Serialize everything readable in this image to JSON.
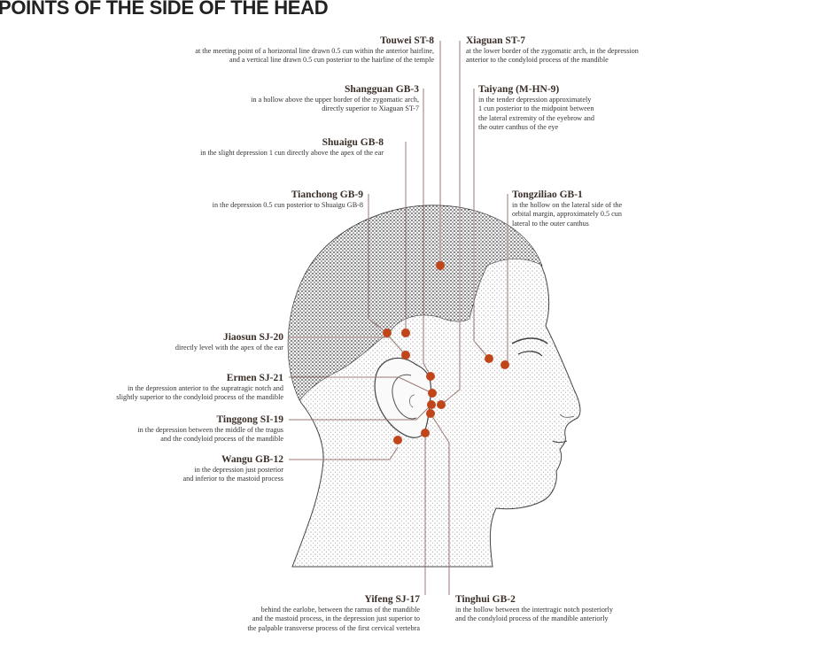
{
  "title": "POINTS OF THE SIDE OF THE HEAD",
  "colors": {
    "point": "#c0461a",
    "leader": "#9b7a74",
    "sketch": "#555555"
  },
  "points": [
    {
      "id": "touwei",
      "name": "Touwei ST-8",
      "desc": "at the meeting point of a horizontal line drawn 0.5 cun within the anterior hairline,\nand a vertical line drawn 0.5 cun posterior to the hairline of the temple"
    },
    {
      "id": "xiaguan",
      "name": "Xiaguan ST-7",
      "desc": "at the lower border of the zygomatic arch, in the depression\nanterior to the condyloid process of the mandible"
    },
    {
      "id": "shangguan",
      "name": "Shangguan GB-3",
      "desc": "in a hollow above the upper border of the zygomatic arch,\ndirectly superior to Xiaguan ST-7"
    },
    {
      "id": "taiyang",
      "name": "Taiyang (M-HN-9)",
      "desc": "in the tender depression approximately\n1 cun posterior to the midpoint between\nthe lateral extremity of the eyebrow and\nthe outer canthus of the eye"
    },
    {
      "id": "shuaigu",
      "name": "Shuaigu GB-8",
      "desc": "in the slight depression 1 cun directly above the apex of the ear"
    },
    {
      "id": "tongziliao",
      "name": "Tongziliao GB-1",
      "desc": "in the hollow on the lateral side of the\norbital margin, approximately 0.5 cun\nlateral to the outer canthus"
    },
    {
      "id": "tianchong",
      "name": "Tianchong GB-9",
      "desc": "in the depression 0.5 cun posterior to Shuaigu GB-8"
    },
    {
      "id": "jiaosun",
      "name": "Jiaosun SJ-20",
      "desc": "directly level with the apex of the ear"
    },
    {
      "id": "ermen",
      "name": "Ermen SJ-21",
      "desc": "in the depression anterior to the supratragic notch and\nslightly superior to the condyloid process of the mandible"
    },
    {
      "id": "tinggong",
      "name": "Tinggong SI-19",
      "desc": "in the depression between the middle of the tragus\nand the condyloid process of the mandible"
    },
    {
      "id": "wangu",
      "name": "Wangu GB-12",
      "desc": "in the depression just posterior\nand inferior to the mastoid process"
    },
    {
      "id": "yifeng",
      "name": "Yifeng SJ-17",
      "desc": "behind the earlobe, between the ramus of the mandible\nand the mastoid process, in the depression just superior to\nthe palpable transverse process of the first cervical vertebra"
    },
    {
      "id": "tinghui",
      "name": "Tinghui GB-2",
      "desc": "in the hollow between the intertragic notch posteriorly\nand the condyloid process of the mandible anteriorly"
    }
  ]
}
